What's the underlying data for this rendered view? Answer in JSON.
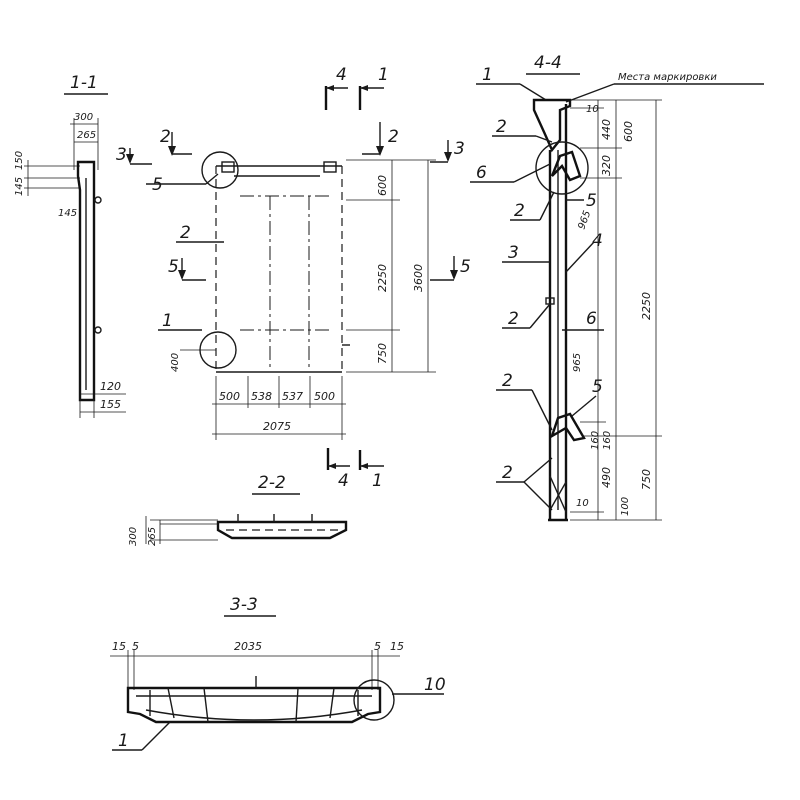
{
  "sections": {
    "s11": "1-1",
    "s22": "2-2",
    "s33": "3-3",
    "s44": "4-4"
  },
  "cut_marks": {
    "c1": "1",
    "c2": "2",
    "c3": "3",
    "c4": "4",
    "c5": "5"
  },
  "callouts": {
    "n1": "1",
    "n2": "2",
    "n3": "3",
    "n4": "4",
    "n5": "5",
    "n6": "6",
    "n10": "10"
  },
  "notes": {
    "marking": "Места маркировки"
  },
  "dims": {
    "d300": "300",
    "d265": "265",
    "d150": "150",
    "d145": "145",
    "d120": "120",
    "d155": "155",
    "d600": "600",
    "d2250": "2250",
    "d3600": "3600",
    "d750": "750",
    "d400": "400",
    "d500": "500",
    "d538": "538",
    "d537": "537",
    "d2075": "2075",
    "d2035": "2035",
    "d15": "15",
    "d5": "5",
    "d10": "10",
    "d440": "440",
    "d320": "320",
    "d965": "965",
    "d160": "160",
    "d490": "490",
    "d100": "100"
  }
}
